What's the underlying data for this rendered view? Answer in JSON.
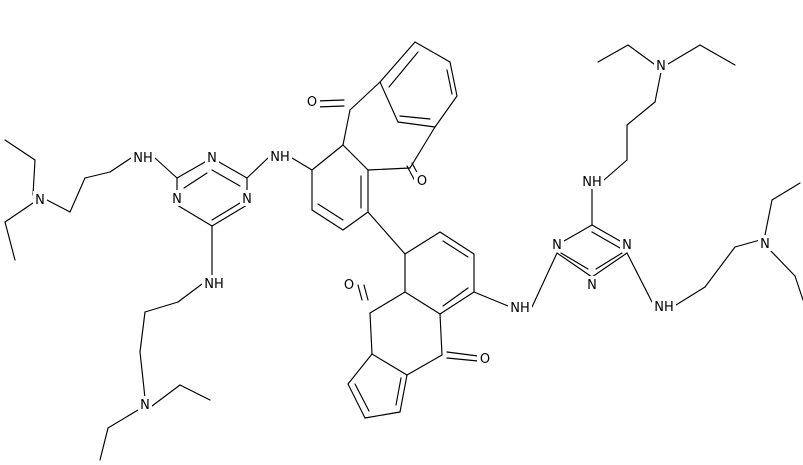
{
  "structure": {
    "atoms": [
      {
        "id": "o1",
        "text": "O"
      },
      {
        "id": "o2",
        "text": "O"
      },
      {
        "id": "o3",
        "text": "O"
      },
      {
        "id": "o4",
        "text": "O"
      },
      {
        "id": "nh_a",
        "text": "NH"
      },
      {
        "id": "nh_b",
        "text": "NH"
      },
      {
        "id": "nh_c",
        "text": "NH"
      },
      {
        "id": "nh_d",
        "text": "NH"
      },
      {
        "id": "nh_e",
        "text": "NH"
      },
      {
        "id": "nh_f",
        "text": "NH"
      },
      {
        "id": "tz1_n1",
        "text": "N"
      },
      {
        "id": "tz1_n2",
        "text": "N"
      },
      {
        "id": "tz1_n3",
        "text": "N"
      },
      {
        "id": "tz2_n1",
        "text": "N"
      },
      {
        "id": "tz2_n2",
        "text": "N"
      },
      {
        "id": "tz2_n3",
        "text": "N"
      },
      {
        "id": "amine_1",
        "text": "N"
      },
      {
        "id": "amine_2",
        "text": "N"
      },
      {
        "id": "amine_3",
        "text": "N"
      },
      {
        "id": "amine_4",
        "text": "N"
      }
    ]
  }
}
